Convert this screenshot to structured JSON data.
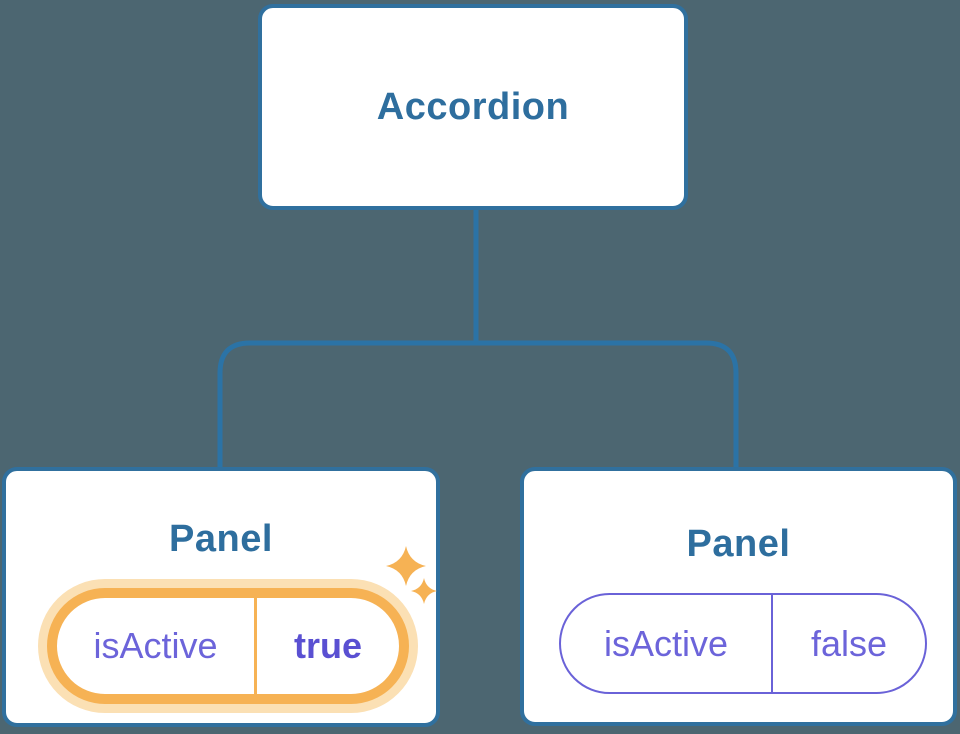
{
  "diagram": {
    "description": "Component tree: Accordion parent passing isActive prop to two Panel children",
    "root": {
      "label": "Accordion"
    },
    "panels": [
      {
        "title": "Panel",
        "prop": {
          "name": "isActive",
          "value": "true"
        },
        "highlighted": true,
        "icon": "sparkles-icon"
      },
      {
        "title": "Panel",
        "prop": {
          "name": "isActive",
          "value": "false"
        },
        "highlighted": false
      }
    ],
    "colors": {
      "background": "#4C6671",
      "node_bg": "#ffffff",
      "node_border": "#30709E",
      "node_text": "#2E6E9E",
      "connector": "#2B73A6",
      "prop_text": "#6C64DA",
      "prop_value_active_text": "#5A50D2",
      "highlight_border": "#F6B254",
      "highlight_glow": "#FBE0B4",
      "prop_border": "#6A62D8"
    }
  }
}
